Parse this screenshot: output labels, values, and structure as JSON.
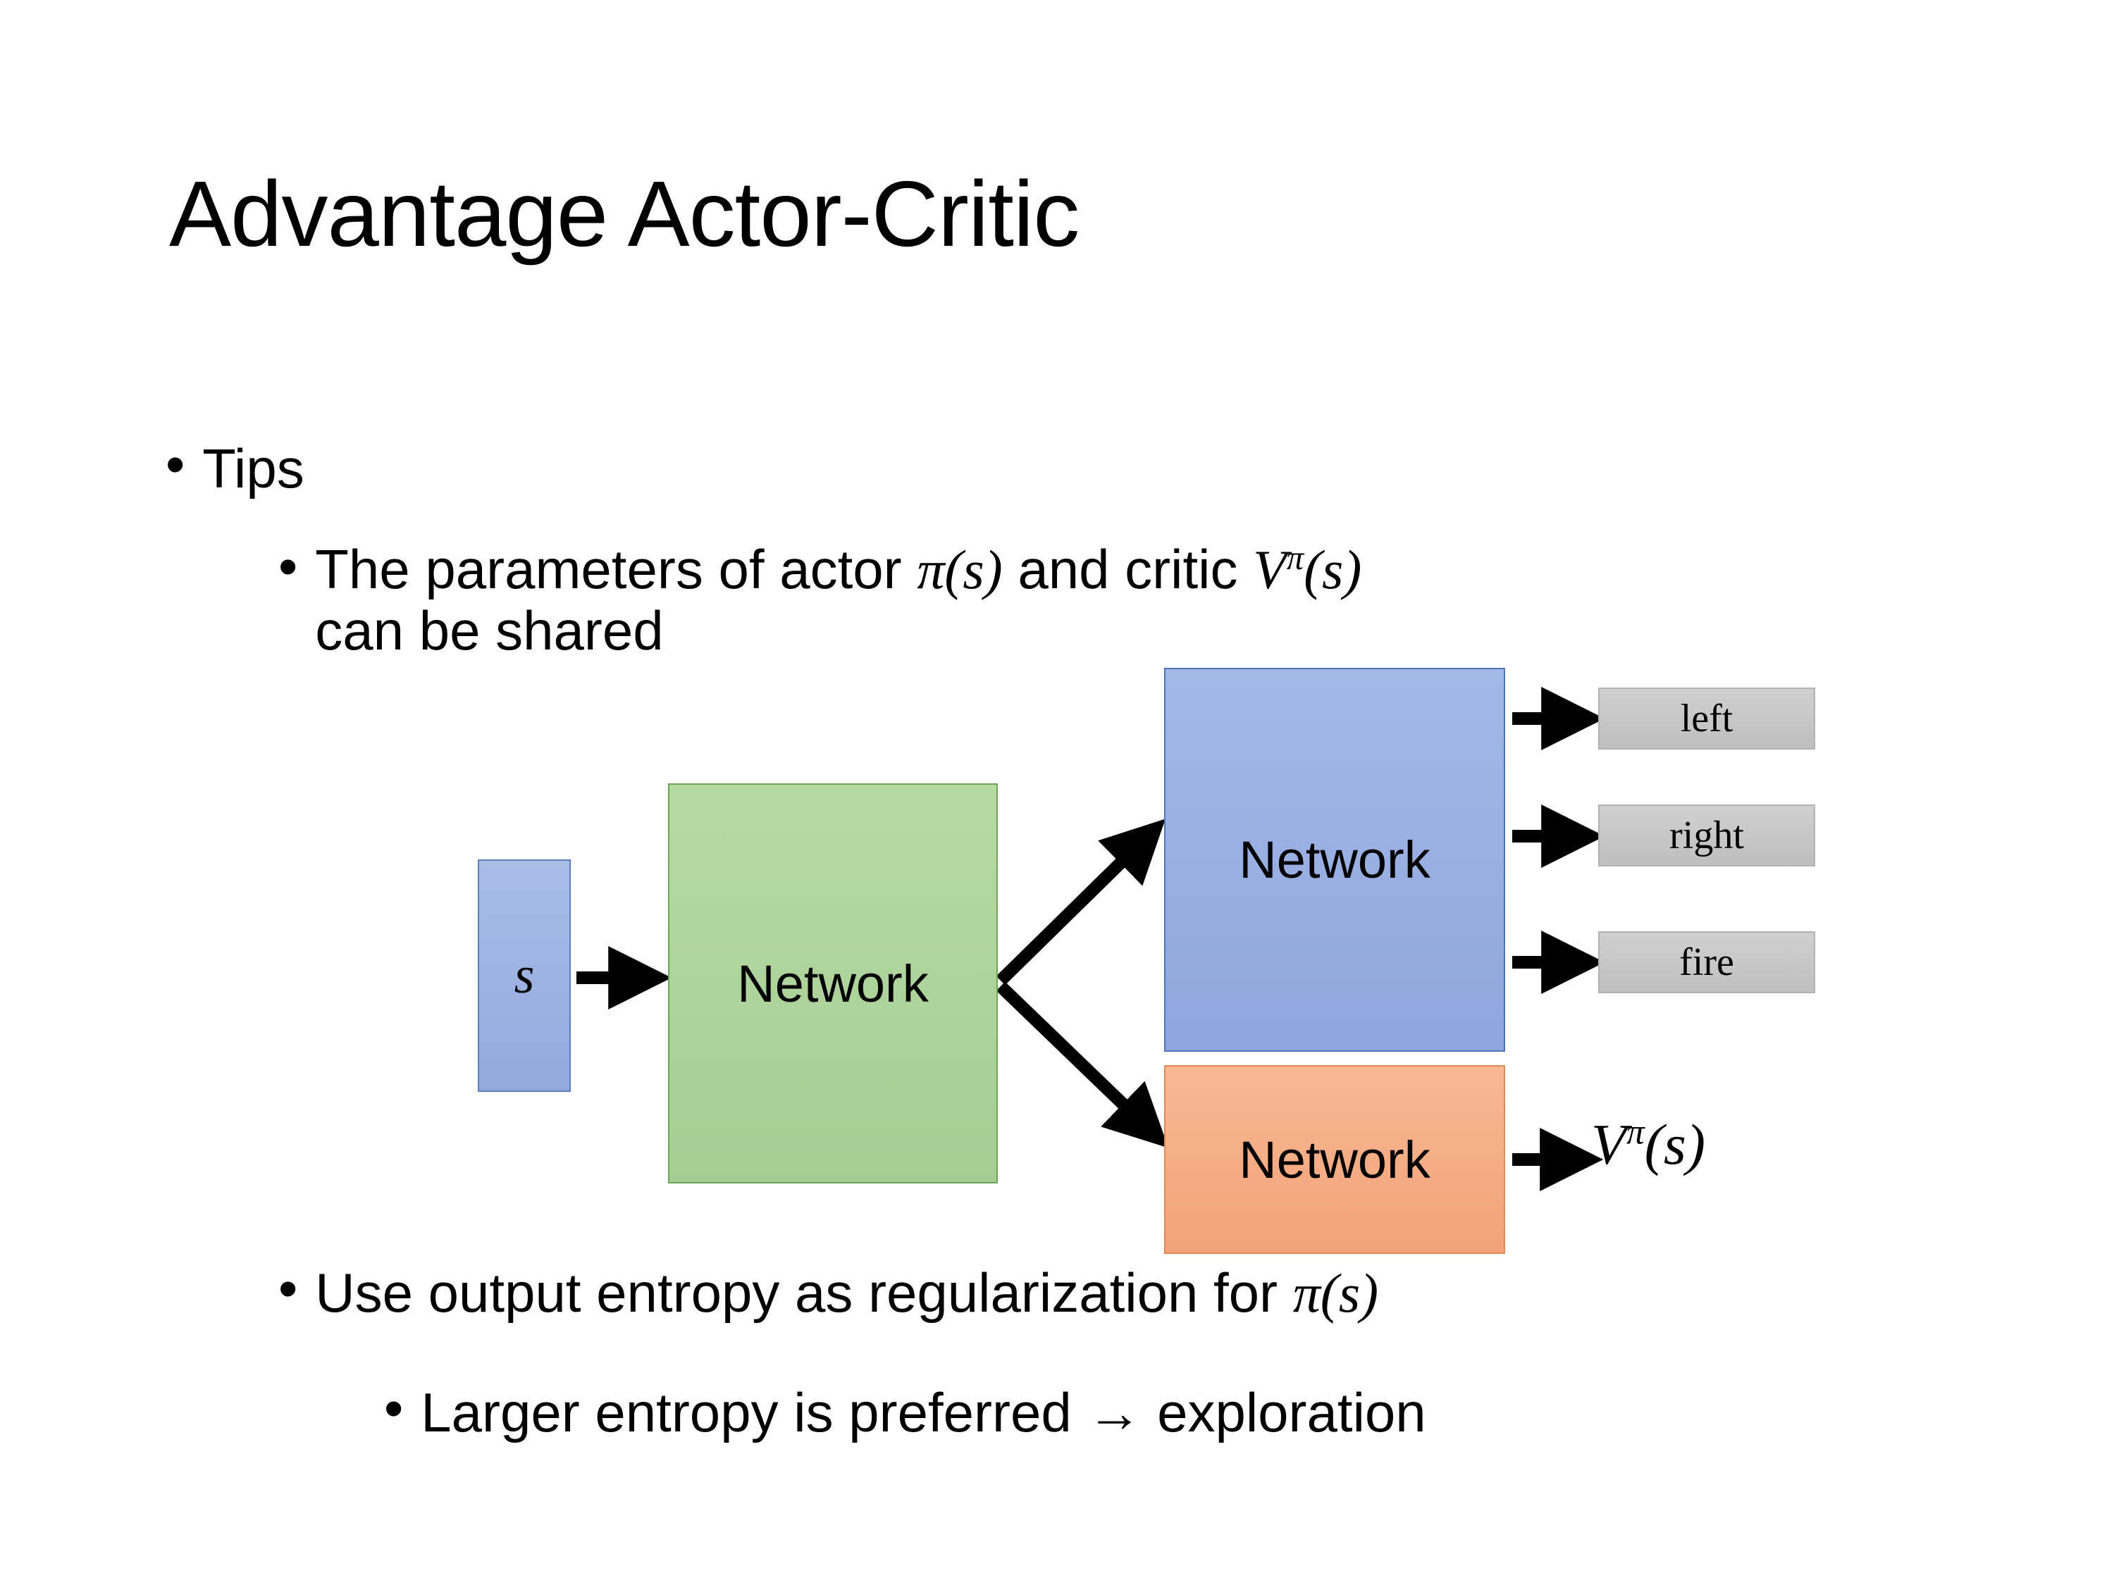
{
  "slide": {
    "title": "Advantage Actor-Critic"
  },
  "bullets": {
    "tips": {
      "marker": "•",
      "text": "Tips"
    },
    "shared_params": {
      "marker": "•",
      "text_before": "The parameters of actor ",
      "math_actor": "π(s)",
      "text_middle": "  and critic ",
      "math_critic_base": "V",
      "math_critic_sup": "π",
      "math_critic_arg": "(s)",
      "text_after": "can be shared"
    },
    "entropy": {
      "marker": "•",
      "text_before": "Use output entropy as regularization for ",
      "math_policy": "π(s)"
    },
    "exploration": {
      "marker": "•",
      "text": "Larger entropy is preferred → exploration"
    }
  },
  "diagram": {
    "input_box_label": "s",
    "shared_network_label": "Network",
    "actor_network_label": "Network",
    "critic_network_label": "Network",
    "actor_outputs": [
      {
        "label": "left"
      },
      {
        "label": "right"
      },
      {
        "label": "fire"
      }
    ],
    "critic_output": {
      "base": "V",
      "sup": "π",
      "arg": "(s)"
    },
    "colors": {
      "input_box": "#93a9de",
      "shared_network": "#a5cd92",
      "actor_network": "#8fa6dd",
      "critic_network": "#f2a277",
      "output_box": "#bdbfc1",
      "arrow": "#000000",
      "text": "#000000",
      "background": "#ffffff"
    }
  }
}
